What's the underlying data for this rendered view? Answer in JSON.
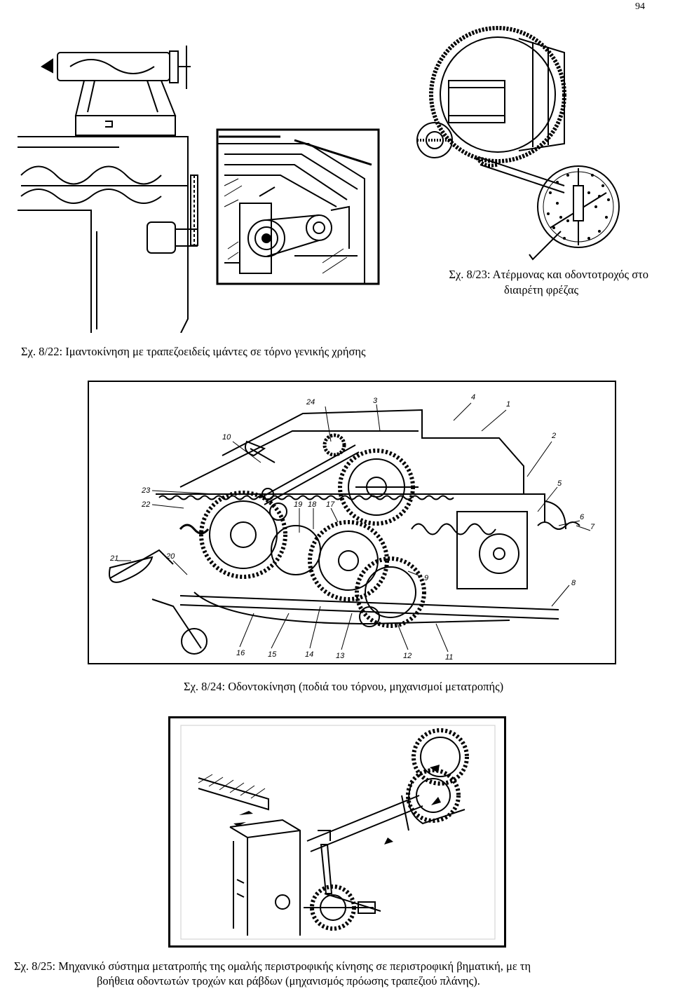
{
  "page": {
    "number": "94"
  },
  "figures": {
    "fig22": {
      "caption": "Σχ. 8/22: Ιμαντοκίνηση με τραπεζοειδείς ιμάντες σε τόρνο γενικής  χρήσης"
    },
    "fig23": {
      "caption_line1": "Σχ. 8/23: Ατέρμονας και οδοντοτροχός στο",
      "caption_line2": "διαιρέτη φρέζας"
    },
    "fig24": {
      "caption": "Σχ. 8/24: Οδοντοκίνηση (ποδιά του τόρνου, μηχανισμοί μετατροπής)",
      "callouts": [
        "24",
        "3",
        "4",
        "1",
        "10",
        "2",
        "5",
        "23",
        "22",
        "19",
        "18",
        "17",
        "6",
        "7",
        "21",
        "20",
        "9",
        "8",
        "16",
        "15",
        "14",
        "13",
        "12",
        "11"
      ]
    },
    "fig25": {
      "caption_line1": "Σχ. 8/25: Μηχανικό σύστημα μετατροπής της ομαλής περιστροφικής κίνησης σε περιστροφική βηματική, με τη",
      "caption_line2": "βοήθεια οδοντωτών τροχών και ράβδων (μηχανισμός πρόωσης τραπεζιού πλάνης)."
    }
  }
}
